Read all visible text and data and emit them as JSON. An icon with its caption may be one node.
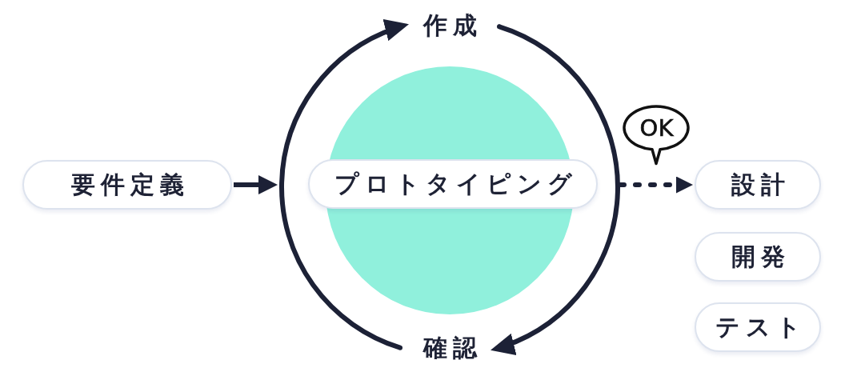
{
  "diagram": {
    "nodes": [
      {
        "text": [
          "作成"
        ]
      },
      {
        "text": [
          "要件定義"
        ]
      },
      {
        "text": [
          "プロトタイピング"
        ]
      },
      {
        "text": [
          "設計"
        ]
      },
      {
        "text": [
          "開発"
        ]
      },
      {
        "text": [
          "テスト"
        ]
      },
      {
        "text": [
          "確認"
        ]
      }
    ],
    "edges": [
      {
        "from": 1,
        "to": 2,
        "arrow": "to"
      },
      {
        "from": 6,
        "to": 0,
        "arrow": "to"
      },
      {
        "from": 0,
        "to": 6,
        "arrow": "to"
      },
      {
        "from": 2,
        "to": 3,
        "arrow": "to",
        "style": "dashed",
        "label": "OK"
      }
    ]
  }
}
